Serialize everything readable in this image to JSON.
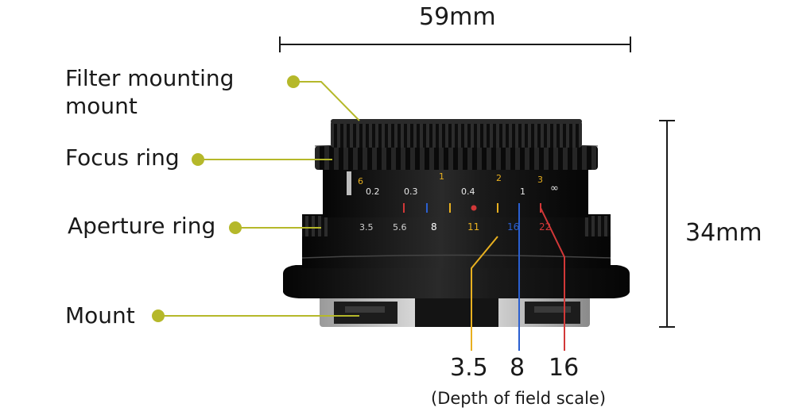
{
  "dimensions": {
    "width_label": "59mm",
    "height_label": "34mm"
  },
  "callouts": {
    "filter_mount": [
      "Filter mounting",
      "mount"
    ],
    "focus_ring": "Focus ring",
    "aperture_ring": "Aperture ring",
    "mount": "Mount"
  },
  "lens_markings": {
    "focus_scale": [
      "0.2",
      "0.3",
      "0.4",
      "1",
      "∞"
    ],
    "feet_scale": [
      "6",
      "1",
      "2",
      "3"
    ],
    "aperture_scale": [
      "3.5",
      "5.6",
      "8",
      "11",
      "16",
      "22"
    ]
  },
  "depth_of_field": {
    "values": [
      "3.5",
      "8",
      "16"
    ],
    "caption": "(Depth of field scale)"
  },
  "colors": {
    "callout_accent": "#b5b82a",
    "dof_3_5": "#e8b020",
    "dof_8": "#2a5fd0",
    "dof_16": "#d23838",
    "lens_body": "#0d0d0d"
  }
}
